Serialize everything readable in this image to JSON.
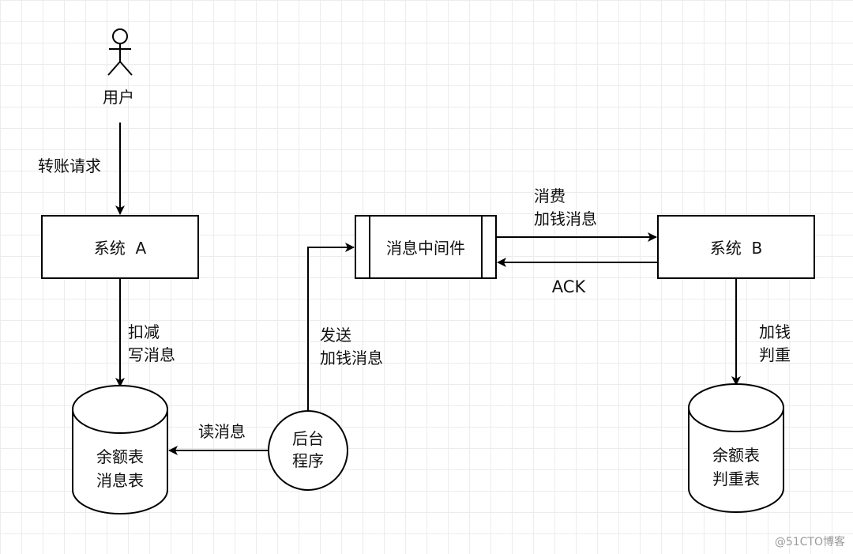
{
  "actor": {
    "label": "用户"
  },
  "edges": {
    "user_to_a": "转账请求",
    "a_to_db_line1": "扣减",
    "a_to_db_line2": "写消息",
    "backend_to_mq_line1": "发送",
    "backend_to_mq_line2": "加钱消息",
    "mq_to_b_line1": "消费",
    "mq_to_b_line2": "加钱消息",
    "b_to_mq": "ACK",
    "b_to_db_line1": "加钱",
    "b_to_db_line2": "判重",
    "backend_to_db_a": "读消息"
  },
  "nodes": {
    "system_a": "系统  A",
    "system_b": "系统  B",
    "middleware": "消息中间件",
    "db_a_line1": "余额表",
    "db_a_line2": "消息表",
    "db_b_line1": "余额表",
    "db_b_line2": "判重表",
    "backend_line1": "后台",
    "backend_line2": "程序"
  },
  "watermark": "@51CTO博客"
}
